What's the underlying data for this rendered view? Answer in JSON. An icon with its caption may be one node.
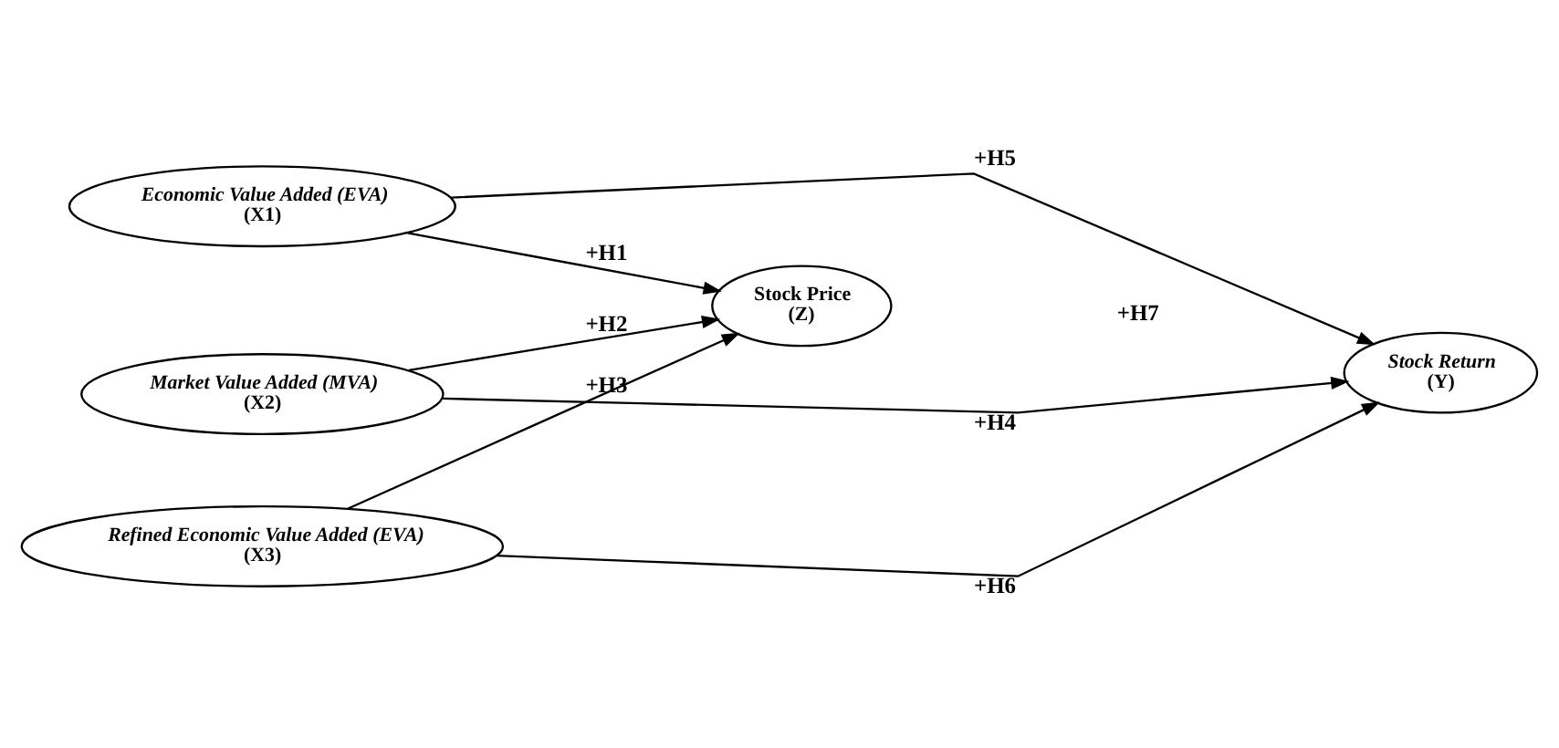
{
  "diagram": {
    "nodes": [
      {
        "text": [
          "Economic Value Added (EVA)",
          "(X1)"
        ]
      },
      {
        "text": [
          "Market Value Added (MVA)",
          "(X2)"
        ]
      },
      {
        "text": [
          "Refined Economic Value Added (EVA)",
          "(X3)"
        ]
      },
      {
        "text": [
          "Stock Price",
          "(Z)"
        ]
      },
      {
        "text": [
          "Stock Return",
          "(Y)"
        ]
      }
    ],
    "edges": [
      {
        "from": 0,
        "to": 3,
        "arrow": "to",
        "label": "+H1"
      },
      {
        "from": 1,
        "to": 3,
        "arrow": "to",
        "label": "+H2"
      },
      {
        "from": 2,
        "to": 3,
        "arrow": "to",
        "label": "+H3"
      },
      {
        "from": 1,
        "to": 4,
        "arrow": "to",
        "label": "+H4"
      },
      {
        "from": 0,
        "to": 4,
        "arrow": "to",
        "label": "+H5"
      },
      {
        "from": 2,
        "to": 4,
        "arrow": "to",
        "label": "+H6"
      }
    ],
    "labels": [
      "+H7"
    ]
  }
}
